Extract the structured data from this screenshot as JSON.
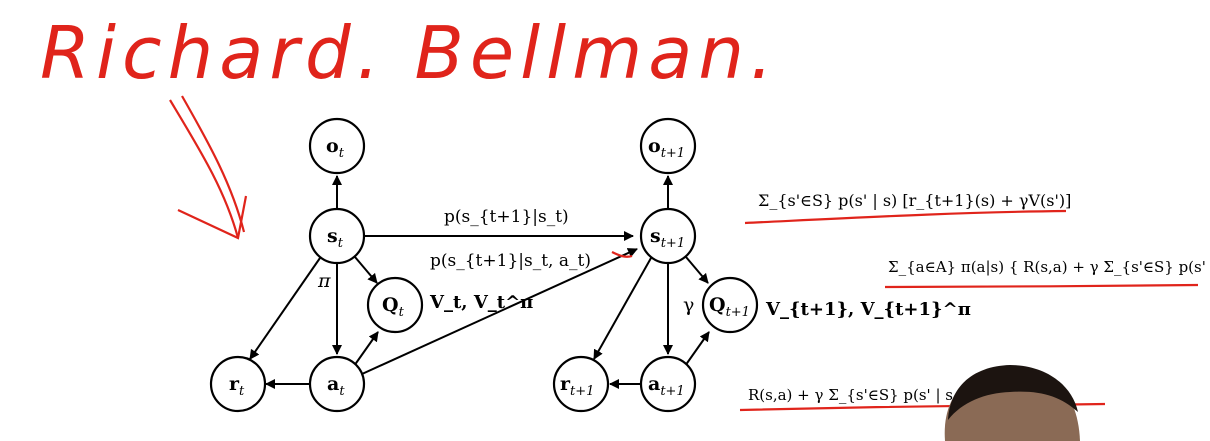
{
  "handwriting": {
    "title": "Richard. Bellman."
  },
  "colors": {
    "ink": "#000000",
    "pen": "#e0241b",
    "face": "#8a6a55",
    "hair": "#1c1410"
  },
  "nodes": {
    "o_t": "o",
    "o_t_sub": "t",
    "s_t": "s",
    "s_t_sub": "t",
    "q_t": "Q",
    "q_t_sub": "t",
    "r_t": "r",
    "r_t_sub": "t",
    "a_t": "a",
    "a_t_sub": "t",
    "o_t1": "o",
    "o_t1_sub": "t+1",
    "s_t1": "s",
    "s_t1_sub": "t+1",
    "q_t1": "Q",
    "q_t1_sub": "t+1",
    "r_t1": "r",
    "r_t1_sub": "t+1",
    "a_t1": "a",
    "a_t1_sub": "t+1"
  },
  "edge_labels": {
    "transition": "p(s_{t+1}|s_t)",
    "transition_action": "p(s_{t+1}|s_t, a_t)",
    "policy": "π",
    "gamma": "γ",
    "values_t": "V_t, V_t^π",
    "values_t1": "V_{t+1}, V_{t+1}^π"
  },
  "equations": {
    "eq1": "Σ_{s'∈S} p(s' | s) [r_{t+1}(s) + γV(s')]",
    "eq2": "Σ_{a∈A} π(a|s) { R(s,a) + γ Σ_{s'∈S} p(s' | s,a) V_π(s') }",
    "eq3": "R(s,a) + γ Σ_{s'∈S} p(s' | s,a) Σ_a ... )"
  }
}
